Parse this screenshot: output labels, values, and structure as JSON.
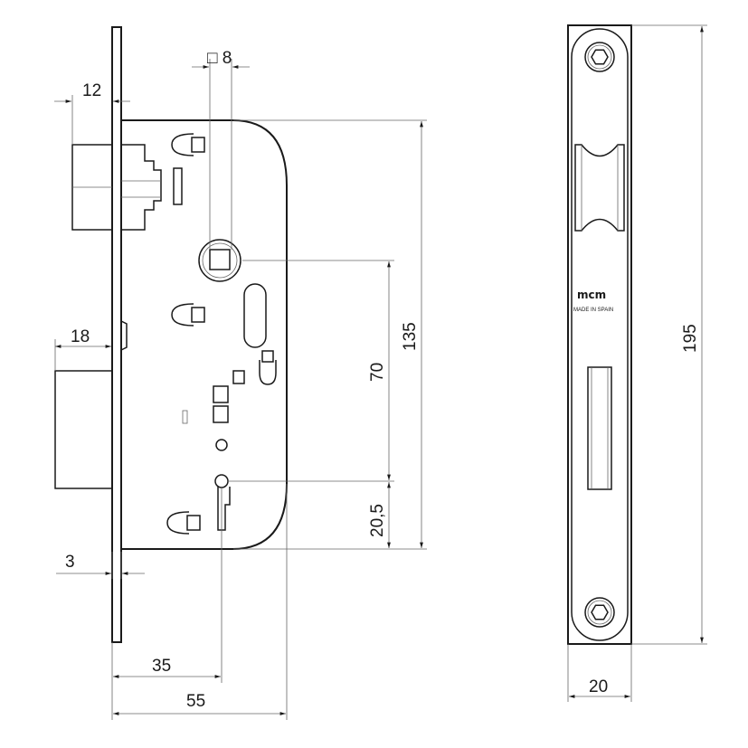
{
  "dimensions": {
    "spindle_square": "□ 8",
    "forend_offset": "12",
    "deadbolt_throw": "18",
    "forend_thickness": "3",
    "backset": "35",
    "case_depth": "55",
    "case_height": "135",
    "center_distance": "70",
    "keyhole_offset": "20,5",
    "strike_width": "20",
    "strike_height": "195"
  },
  "strike_plate": {
    "brand": "mcm",
    "origin": "MADE IN SPAIN"
  }
}
